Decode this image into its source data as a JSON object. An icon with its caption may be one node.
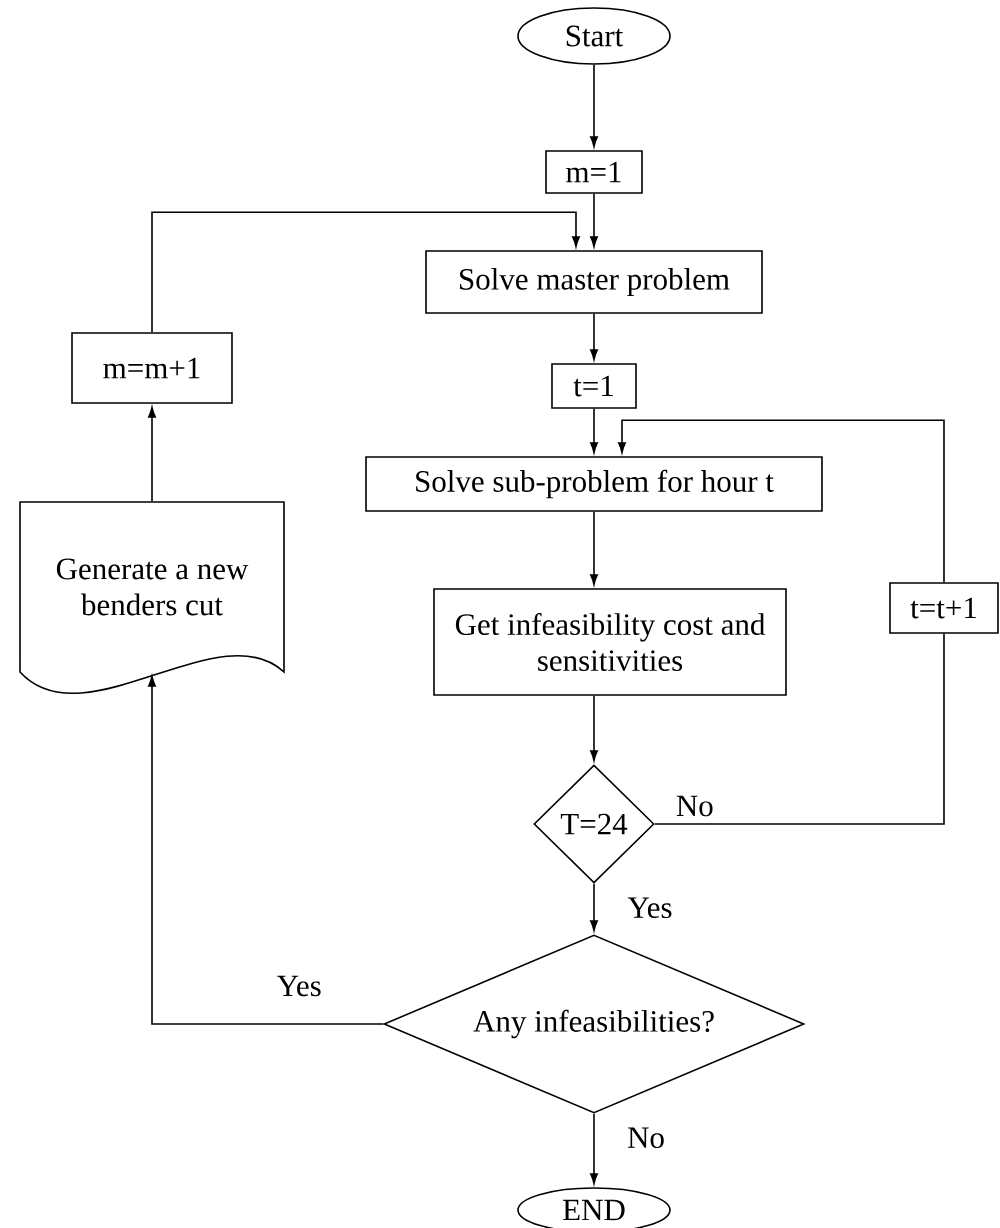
{
  "diagram": {
    "nodes": [
      {
        "text": [
          "Start"
        ]
      },
      {
        "text": [
          "m=1"
        ]
      },
      {
        "text": [
          "Solve master problem"
        ]
      },
      {
        "text": [
          "t=1"
        ]
      },
      {
        "text": [
          "Solve sub-problem for hour t"
        ]
      },
      {
        "text": [
          "Get infeasibility cost and sensitivities"
        ]
      },
      {
        "text": [
          "T=24"
        ]
      },
      {
        "text": [
          "t=t+1"
        ]
      },
      {
        "text": [
          "Any infeasibilities?"
        ]
      },
      {
        "text": [
          "END"
        ]
      },
      {
        "text": [
          "Generate a new benders cut"
        ]
      },
      {
        "text": [
          "m=m+1"
        ]
      }
    ],
    "edges": [
      {
        "from": 0,
        "to": 1,
        "arrow": "to"
      },
      {
        "from": 1,
        "to": 2,
        "arrow": "to"
      },
      {
        "from": 2,
        "to": 3,
        "arrow": "to"
      },
      {
        "from": 3,
        "to": 4,
        "arrow": "to"
      },
      {
        "from": 4,
        "to": 5,
        "arrow": "to"
      },
      {
        "from": 5,
        "to": 6,
        "arrow": "to"
      },
      {
        "from": 6,
        "to": 7,
        "arrow": "none",
        "label": "No"
      },
      {
        "from": 7,
        "to": 4,
        "arrow": "to"
      },
      {
        "from": 6,
        "to": 8,
        "arrow": "to",
        "label": "Yes"
      },
      {
        "from": 8,
        "to": 9,
        "arrow": "to",
        "label": "No"
      },
      {
        "from": 8,
        "to": 10,
        "arrow": "to",
        "label": "Yes"
      },
      {
        "from": 10,
        "to": 11,
        "arrow": "to"
      },
      {
        "from": 11,
        "to": 2,
        "arrow": "to"
      }
    ]
  }
}
